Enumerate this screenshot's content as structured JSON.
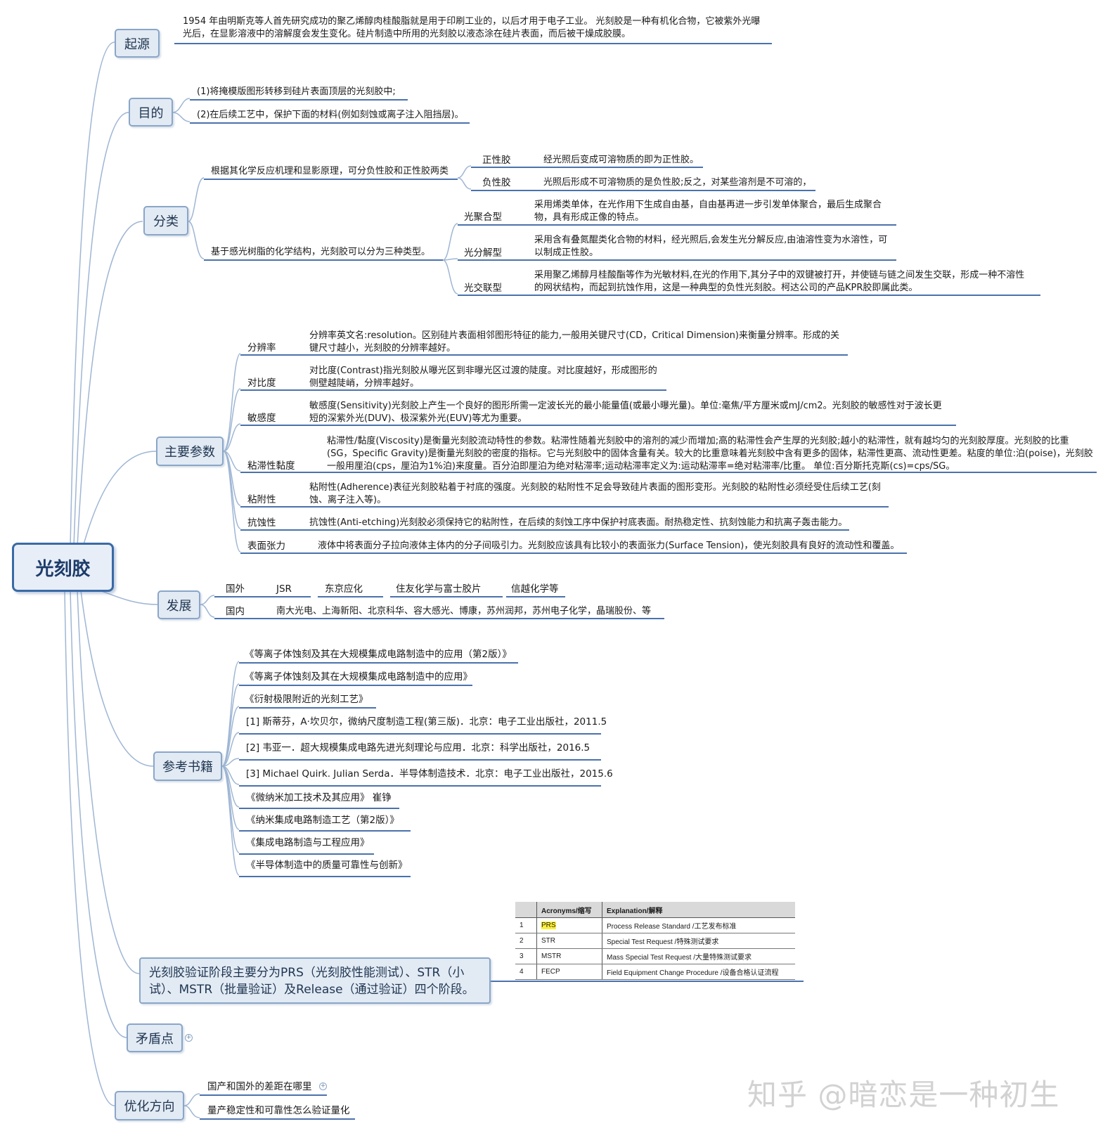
{
  "root": {
    "label": "光刻胶"
  },
  "origin": {
    "label": "起源",
    "text": "1954 年由明斯克等人首先研究成功的聚乙烯醇肉桂酸脂就是用于印刷工业的，以后才用于电子工业。 光刻胶是一种有机化合物，它被紫外光曝光后，在显影溶液中的溶解度会发生变化。硅片制造中所用的光刻胶以液态涂在硅片表面，而后被干燥成胶膜。"
  },
  "purpose": {
    "label": "目的",
    "items": [
      "(1)将掩模版图形转移到硅片表面顶层的光刻胶中;",
      "(2)在后续工艺中，保护下面的材料(例如刻蚀或离子注入阻挡层)。"
    ]
  },
  "classification": {
    "label": "分类",
    "group1": {
      "label": "根据其化学反应机理和显影原理，可分负性胶和正性胶两类",
      "items": [
        {
          "name": "正性胶",
          "desc": "经光照后变成可溶物质的即为正性胶。"
        },
        {
          "name": "负性胶",
          "desc": "光照后形成不可溶物质的是负性胶;反之，对某些溶剂是不可溶的，"
        }
      ]
    },
    "group2": {
      "label": "基于感光树脂的化学结构，光刻胶可以分为三种类型。",
      "items": [
        {
          "name": "光聚合型",
          "desc": "采用烯类单体，在光作用下生成自由基，自由基再进一步引发单体聚合，最后生成聚合物，具有形成正像的特点。"
        },
        {
          "name": "光分解型",
          "desc": "采用含有叠氮醌类化合物的材料，经光照后,会发生光分解反应,由油溶性变为水溶性，可以制成正性胶。"
        },
        {
          "name": "光交联型",
          "desc": "采用聚乙烯醇月桂酸酯等作为光敏材料,在光的作用下,其分子中的双键被打开，并使链与链之间发生交联，形成一种不溶性的网状结构，而起到抗蚀作用，这是一种典型的负性光刻胶。柯达公司的产品KPR胶即属此类。"
        }
      ]
    }
  },
  "parameters": {
    "label": "主要参数",
    "items": [
      {
        "name": "分辨率",
        "desc": "分辨率英文名:resolution。区别硅片表面相邻图形特征的能力,一般用关键尺寸(CD，Critical Dimension)来衡量分辨率。形成的关键尺寸越小，光刻胶的分辨率越好。"
      },
      {
        "name": "对比度",
        "desc": "对比度(Contrast)指光刻胶从曝光区到非曝光区过渡的陡度。对比度越好，形成图形的侧壁越陡峭，分辨率越好。"
      },
      {
        "name": "敏感度",
        "desc": "敏感度(Sensitivity)光刻胶上产生一个良好的图形所需一定波长光的最小能量值(或最小曝光量)。单位:毫焦/平方厘米或mJ/cm2。光刻胶的敏感性对于波长更短的深紫外光(DUV)、极深紫外光(EUV)等尤为重要。"
      },
      {
        "name": "粘滞性黏度",
        "desc": "粘滞性/黏度(Viscosity)是衡量光刻胶流动特性的参数。粘滞性随着光刻胶中的溶剂的减少而增加;高的粘滞性会产生厚的光刻胶;越小的粘滞性，就有越均匀的光刻胶厚度。光刻胶的比重(SG，Specific Gravity)是衡量光刻胶的密度的指标。它与光刻胶中的固体含量有关。较大的比重意味着光刻胶中含有更多的固体，粘滞性更高、流动性更差。粘度的单位:泊(poise)，光刻胶一般用厘泊(cps，厘泊为1%泊)来度量。百分泊即厘泊为绝对粘滞率;运动粘滞率定义为:运动粘滞率=绝对粘滞率/比重。 单位:百分斯托克斯(cs)=cps/SG。"
      },
      {
        "name": "粘附性",
        "desc": "粘附性(Adherence)表征光刻胶粘着于衬底的强度。光刻胶的粘附性不足会导致硅片表面的图形变形。光刻胶的粘附性必须经受住后续工艺(刻蚀、离子注入等)。"
      },
      {
        "name": "抗蚀性",
        "desc": "抗蚀性(Anti-etching)光刻胶必须保持它的粘附性，在后续的刻蚀工序中保护衬底表面。耐热稳定性、抗刻蚀能力和抗离子轰击能力。"
      },
      {
        "name": "表面张力",
        "desc": "液体中将表面分子拉向液体主体内的分子间吸引力。光刻胶应该具有比较小的表面张力(Surface Tension)，使光刻胶具有良好的流动性和覆盖。"
      }
    ]
  },
  "development": {
    "label": "发展",
    "foreign": {
      "label": "国外",
      "items": [
        "JSR",
        "东京应化",
        "住友化学与富士胶片",
        "信越化学等"
      ]
    },
    "domestic": {
      "label": "国内",
      "text": "南大光电、上海新阳、北京科华、容大感光、博康，苏州润邦，苏州电子化学，晶瑞股份、等"
    }
  },
  "references": {
    "label": "参考书籍",
    "items": [
      "《等离子体蚀刻及其在大规模集成电路制造中的应用（第2版）》",
      "《等离子体蚀刻及其在大规模集成电路制造中的应用》",
      "《衍射极限附近的光刻工艺》",
      "[1] 斯蒂芬，A·坎贝尔，微纳尺度制造工程(第三版)．北京：电子工业出版社，2011.5",
      "[2] 韦亚一．超大规模集成电路先进光刻理论与应用．北京：科学出版社，2016.5",
      "[3] Michael Quirk. Julian Serda．半导体制造技术．北京：电子工业出版社，2015.6",
      "《微纳米加工技术及其应用》 崔铮",
      "《纳米集成电路制造工艺（第2版）》",
      "《集成电路制造与工程应用》",
      "《半导体制造中的质量可靠性与创新》"
    ]
  },
  "validation": {
    "text": "光刻胶验证阶段主要分为PRS（光刻胶性能测试）、STR（小试）、MSTR（批量验证）及Release（通过验证）四个阶段。",
    "table": {
      "headers": [
        "",
        "Acronyms/缩写",
        "Explanation/解释"
      ],
      "rows": [
        [
          "1",
          "PRS",
          "Process Release Standard /工艺发布标准"
        ],
        [
          "2",
          "STR",
          "Special Test Request /特殊测试要求"
        ],
        [
          "3",
          "MSTR",
          "Mass Special Test Request /大量特殊测试要求"
        ],
        [
          "4",
          "FECP",
          "Field Equipment Change Procedure /设备合格认证流程"
        ]
      ]
    }
  },
  "contradiction": {
    "label": "矛盾点",
    "expand": "+"
  },
  "optimization": {
    "label": "优化方向",
    "items": [
      "国产和国外的差距在哪里",
      "量产稳定性和可靠性怎么验证量化"
    ],
    "expand": "+"
  },
  "watermark": "知乎 @暗恋是一种初生",
  "colors": {
    "line": "#4a72ad",
    "branch": "#9fb6d4",
    "node_fill": "#e2eaf4",
    "node_border": "#8aa6c8",
    "highlight": "#ffef3a"
  }
}
